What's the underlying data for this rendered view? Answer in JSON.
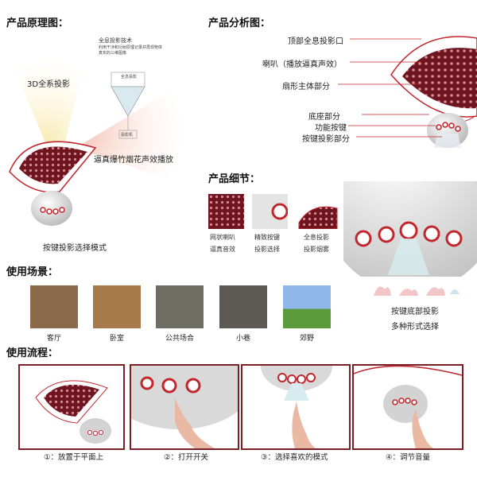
{
  "sections": {
    "principle": "产品原理图：",
    "analysis": "产品分析图：",
    "detail": "产品细节：",
    "scene": "使用场景：",
    "flow": "使用流程："
  },
  "principle": {
    "holo_title": "全息投影技术",
    "holo_desc": "利用干涉和衍射原理记录并再现物体真实的三维图像",
    "label_3d": "3D全系投影",
    "label_sound": "逼真爆竹烟花声效播放",
    "label_mode": "按键投影选择模式",
    "diagram_top": "全息投影",
    "diagram_bottom": "投影机"
  },
  "analysis": {
    "items": [
      {
        "text": "顶部全息投影口"
      },
      {
        "text": "喇叭（播放逼真声效）"
      },
      {
        "text": "扇形主体部分"
      },
      {
        "text": "底座部分"
      },
      {
        "text": "功能按键"
      },
      {
        "text": "按键投影部分"
      }
    ]
  },
  "detail": {
    "items": [
      {
        "line1": "网状喇叭",
        "line2": "逼真音效"
      },
      {
        "line1": "精致按键",
        "line2": "投影选择"
      },
      {
        "line1": "全息投影",
        "line2": "投影烟雾"
      }
    ],
    "side1": "按键底部投影",
    "side2": "多种形式选择"
  },
  "scenes": [
    {
      "caption": "客厅",
      "color": "#8a6a4a"
    },
    {
      "caption": "卧室",
      "color": "#a77a4c"
    },
    {
      "caption": "公共场合",
      "color": "#6d6d63"
    },
    {
      "caption": "小巷",
      "color": "#5c5a52"
    },
    {
      "caption": "郊野",
      "color": "#5a9a3a"
    }
  ],
  "steps": [
    {
      "text": "①：放置于平面上"
    },
    {
      "text": "②：打开开关"
    },
    {
      "text": "③：选择喜欢的模式"
    },
    {
      "text": "④：调节音量"
    }
  ],
  "colors": {
    "accent": "#c1272d",
    "fan": "#6e1520",
    "frame": "#7a1f26"
  }
}
